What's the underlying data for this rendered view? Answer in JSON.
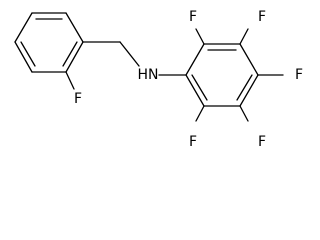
{
  "labels": {
    "f_ortho_benzyl": "F",
    "nh": "HN",
    "f_top_left": "F",
    "f_top_right": "F",
    "f_right": "F",
    "f_bottom_right": "F",
    "f_bottom_left": "F"
  },
  "colors": {
    "bond": "#000000",
    "text": "#000000",
    "background": "#ffffff"
  }
}
